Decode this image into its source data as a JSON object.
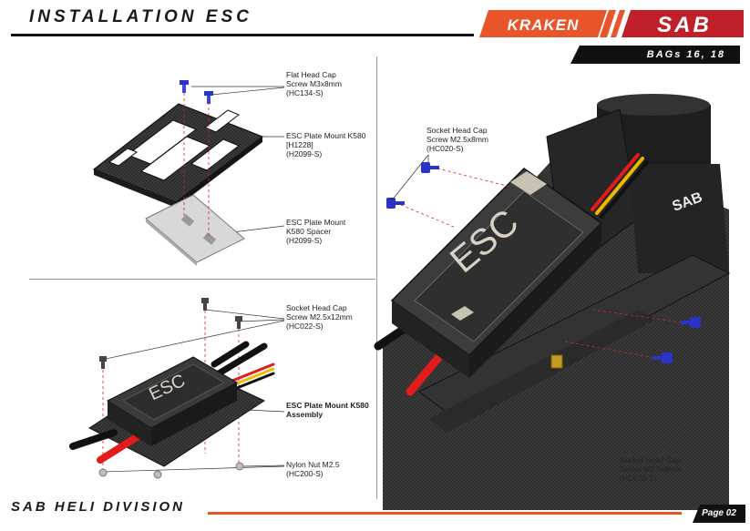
{
  "header": {
    "title": "INSTALLATION ESC",
    "brand_kraken": "KRAKEN",
    "brand_sab": "SAB",
    "bags": "BAGs 16, 18"
  },
  "top_left_labels": {
    "flat_screw": [
      "Flat Head Cap",
      "Screw M3x8mm",
      "(HC134-S)"
    ],
    "plate_mount": [
      "ESC Plate Mount K580",
      "[H1228]",
      "(H2099-S)"
    ],
    "spacer": [
      "ESC Plate Mount",
      "K580 Spacer",
      "(H2099-S)"
    ]
  },
  "bottom_left_labels": {
    "socket_screw": [
      "Socket Head Cap",
      "Screw M2.5x12mm",
      "(HC022-S)"
    ],
    "assembly": [
      "ESC Plate Mount K580",
      "Assembly"
    ],
    "nylon_nut": [
      "Nylon Nut M2.5",
      "(HC200-S)"
    ]
  },
  "right_labels": {
    "socket_screw_top": [
      "Socket Head Cap",
      "Screw M2.5x8mm",
      "(HC020-S)"
    ],
    "socket_screw_bottom": [
      "Socket Head Cap",
      "Screw M2.5x8mm",
      "(HC020-S)"
    ]
  },
  "esc_text": "ESC",
  "footer": {
    "division": "SAB HELI DIVISION",
    "page": "Page 02"
  },
  "colors": {
    "accent_orange": "#e8552a",
    "screw_blue": "#2a33c8",
    "frame_dark": "#2b2b2b",
    "wire_red": "#e21b1b"
  }
}
